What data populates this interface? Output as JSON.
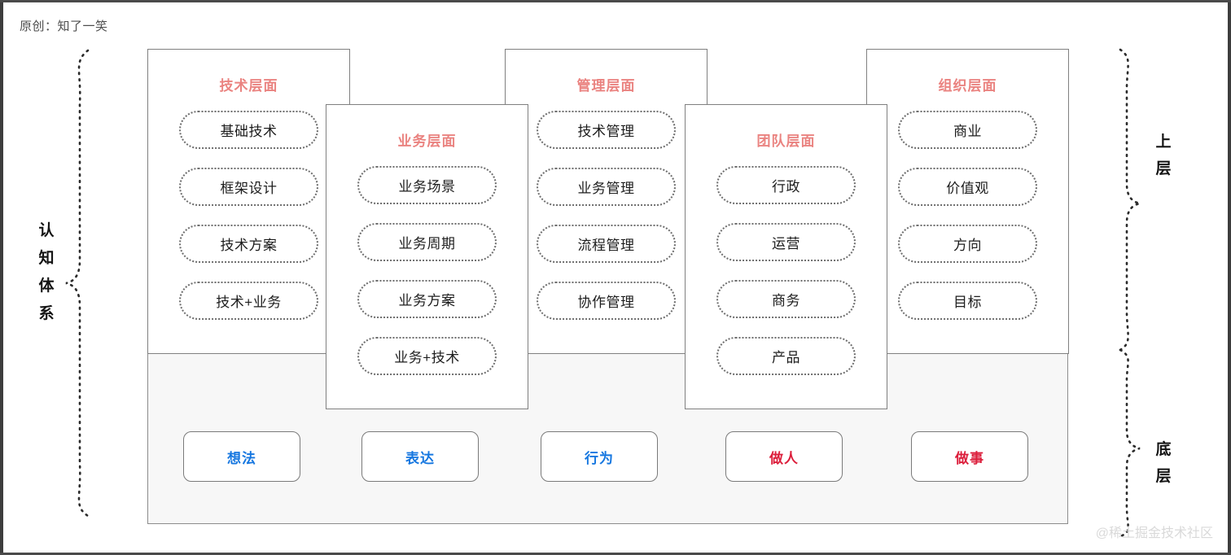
{
  "credit": "原创：知了一笑",
  "left_axis_label": "认知体系",
  "right_labels": {
    "upper": "上层",
    "lower": "底层"
  },
  "columns": [
    {
      "title": "技术层面",
      "items": [
        "基础技术",
        "框架设计",
        "技术方案",
        "技术+业务"
      ]
    },
    {
      "title": "业务层面",
      "items": [
        "业务场景",
        "业务周期",
        "业务方案",
        "业务+技术"
      ]
    },
    {
      "title": "管理层面",
      "items": [
        "技术管理",
        "业务管理",
        "流程管理",
        "协作管理"
      ]
    },
    {
      "title": "团队层面",
      "items": [
        "行政",
        "运营",
        "商务",
        "产品"
      ]
    },
    {
      "title": "组织层面",
      "items": [
        "商业",
        "价值观",
        "方向",
        "目标"
      ]
    }
  ],
  "bottom_buttons": [
    {
      "label": "想法",
      "tone": "blue"
    },
    {
      "label": "表达",
      "tone": "blue"
    },
    {
      "label": "行为",
      "tone": "blue"
    },
    {
      "label": "做人",
      "tone": "red"
    },
    {
      "label": "做事",
      "tone": "red"
    }
  ],
  "watermark": "@稀土掘金技术社区",
  "colors": {
    "title_red": "#ea8380",
    "button_blue": "#1677e0",
    "button_red": "#dc1f3c",
    "panel_gray": "#f7f7f7",
    "border_gray": "#808080",
    "watermark_gray": "#d9d9d9"
  }
}
